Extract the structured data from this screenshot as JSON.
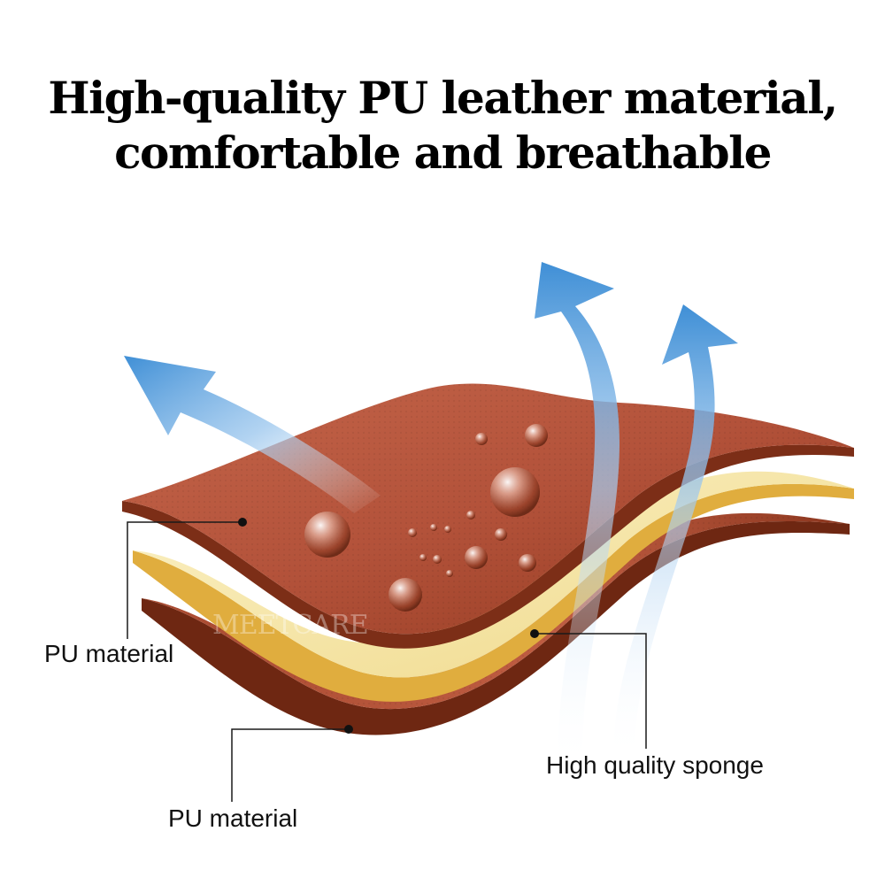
{
  "headline": {
    "line1": "High-quality PU leather material,",
    "line2": "comfortable and breathable"
  },
  "callouts": {
    "top_layer": "PU material",
    "bottom_layer": "PU material",
    "middle_layer": "High quality sponge"
  },
  "watermark": "MEETCARE",
  "colors": {
    "leather": "#b5553a",
    "leather_dark": "#8a3420",
    "sponge": "#f5e6a8",
    "sponge_edge": "#e2b349",
    "arrow": "#3f8fd6"
  },
  "icons": [
    "airflow-arrow-icon",
    "water-droplet-icon"
  ]
}
